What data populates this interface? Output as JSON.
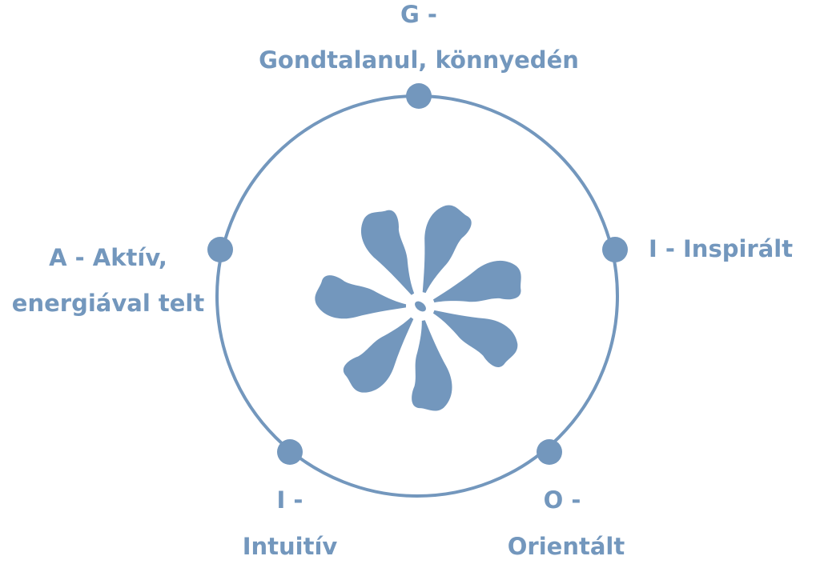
{
  "colors": {
    "primary": "#7397bd"
  },
  "labels": {
    "g_letter": "G -",
    "g_text": "Gondtalanul, könnyedén",
    "i1": "I - Inspirált",
    "a_line1": "A - Aktív,",
    "a_line2": "energiával telt",
    "i2_letter": "I -",
    "i2_text": "Intuitív",
    "o_letter": "O -",
    "o_text": "Orientált"
  }
}
